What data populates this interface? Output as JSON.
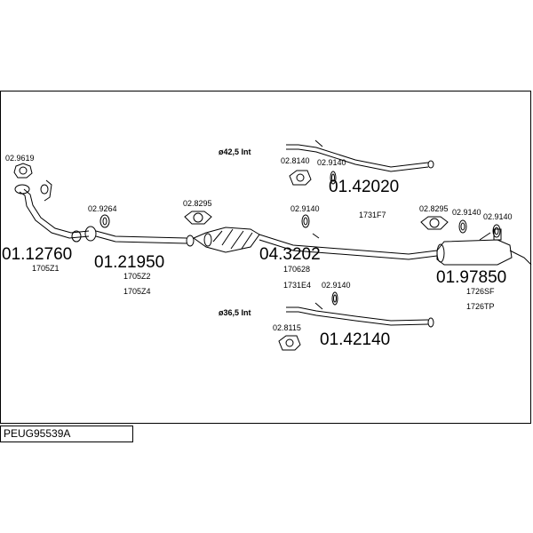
{
  "diagram_code": "PEUG95539A",
  "parts": {
    "p1": {
      "main": "01.12760",
      "sub": [
        "1705Z1"
      ]
    },
    "p2": {
      "main": "01.21950",
      "sub": [
        "1705Z2",
        "1705Z4"
      ]
    },
    "p3": {
      "main": "04.3202",
      "sub": [
        "170628",
        "1731E4"
      ]
    },
    "p4": {
      "main": "01.42020",
      "sub": [
        "1731F7"
      ]
    },
    "p5": {
      "main": "01.42140",
      "sub": []
    },
    "p6": {
      "main": "01.97850",
      "sub": [
        "1726SF",
        "1726TP"
      ]
    }
  },
  "fittings": {
    "f_29619": "02.9619",
    "f_29264": "02.9264",
    "f_28295_a": "02.8295",
    "f_29140_a": "02.9140",
    "f_28140": "02.8140",
    "f_29140_b": "02.9140",
    "f_29140_c": "02.9140",
    "f_28115": "02.8115",
    "f_28295_b": "02.8295",
    "f_29140_d": "02.9140",
    "f_29140_e": "02.9140"
  },
  "diameters": {
    "upper": "ø42,5 Int",
    "lower": "ø36,5 Int"
  }
}
